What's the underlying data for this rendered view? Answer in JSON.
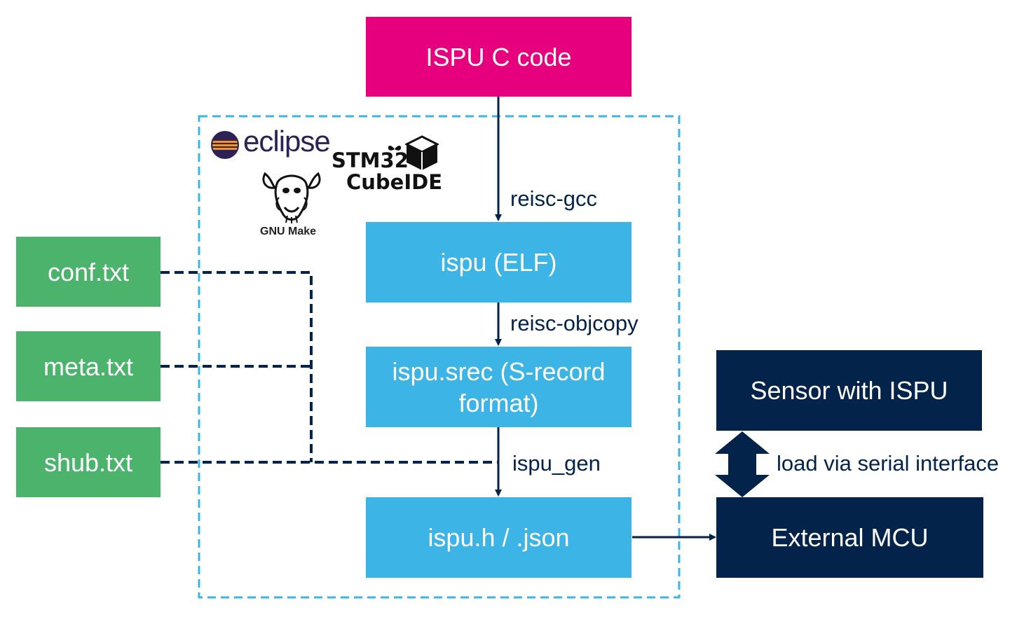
{
  "colors": {
    "magenta": "#e6007e",
    "cyan": "#3cb4e5",
    "green": "#4bb36b",
    "navy": "#03234b",
    "dashed_frame": "#3cb4e5"
  },
  "nodes": {
    "ispu_c_code": "ISPU C code",
    "ispu_elf": "ispu (ELF)",
    "ispu_srec": "ispu.srec (S-record format)",
    "ispu_h_json": "ispu.h / .json",
    "conf_txt": "conf.txt",
    "meta_txt": "meta.txt",
    "shub_txt": "shub.txt",
    "sensor_with_ispu": "Sensor with ISPU",
    "external_mcu": "External MCU"
  },
  "edges": {
    "reisc_gcc": "reisc-gcc",
    "reisc_objcopy": "reisc-objcopy",
    "ispu_gen": "ispu_gen",
    "load_via_serial": "load via serial interface"
  },
  "logos": {
    "eclipse": "eclipse",
    "stm32": "STM32",
    "cubeide": "CubeIDE",
    "gnu_make": "GNU Make",
    "icons": [
      "eclipse-logo-icon",
      "stm32-butterfly-icon",
      "stm32-cube-icon",
      "gnu-head-icon"
    ]
  }
}
